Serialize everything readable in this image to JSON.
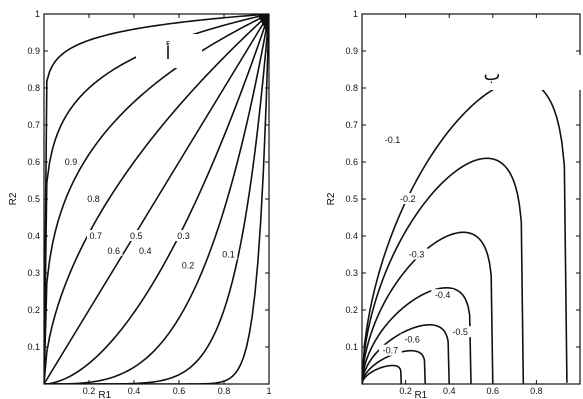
{
  "chart_data": [
    {
      "type": "contour",
      "panel_label": "أ",
      "xlabel": "R1",
      "ylabel": "R2",
      "xlim": [
        0,
        1
      ],
      "ylim": [
        0,
        1
      ],
      "x_ticks": [
        "0.2",
        "0.4",
        "0.6",
        "0.8",
        "1"
      ],
      "y_ticks": [
        "0.1",
        "0.2",
        "0.3",
        "0.4",
        "0.5",
        "0.6",
        "0.7",
        "0.8",
        "0.9",
        "1"
      ],
      "levels": [
        {
          "label": "0.9",
          "value": 0.9,
          "label_at": [
            0.12,
            0.6
          ]
        },
        {
          "label": "0.8",
          "value": 0.8,
          "label_at": [
            0.22,
            0.5
          ]
        },
        {
          "label": "0.7",
          "value": 0.7,
          "label_at": [
            0.23,
            0.4
          ]
        },
        {
          "label": "0.6",
          "value": 0.6,
          "label_at": [
            0.31,
            0.36
          ]
        },
        {
          "label": "0.5",
          "value": 0.5,
          "label_at": [
            0.41,
            0.4
          ]
        },
        {
          "label": "0.4",
          "value": 0.4,
          "label_at": [
            0.45,
            0.36
          ]
        },
        {
          "label": "0.3",
          "value": 0.3,
          "label_at": [
            0.62,
            0.4
          ]
        },
        {
          "label": "0.2",
          "value": 0.2,
          "label_at": [
            0.64,
            0.32
          ]
        },
        {
          "label": "0.1",
          "value": 0.1,
          "label_at": [
            0.82,
            0.35
          ]
        }
      ]
    },
    {
      "type": "contour",
      "panel_label": "ب",
      "xlabel": "R1",
      "ylabel": "R2",
      "xlim": [
        0,
        1
      ],
      "ylim": [
        0,
        1
      ],
      "x_ticks": [
        "0.2",
        "0.4",
        "0.6",
        "0.8"
      ],
      "y_ticks": [
        "0.1",
        "0.2",
        "0.3",
        "0.4",
        "0.5",
        "0.6",
        "0.7",
        "0.8",
        "0.9",
        "1"
      ],
      "levels": [
        {
          "label": "-0.1",
          "value": -0.1,
          "width": 0.94,
          "height": 0.82,
          "label_at": [
            0.14,
            0.66
          ]
        },
        {
          "label": "-0.2",
          "value": -0.2,
          "width": 0.74,
          "height": 0.61,
          "label_at": [
            0.21,
            0.5
          ]
        },
        {
          "label": "-0.3",
          "value": -0.3,
          "width": 0.6,
          "height": 0.41,
          "label_at": [
            0.25,
            0.35
          ]
        },
        {
          "label": "-0.4",
          "value": -0.4,
          "width": 0.5,
          "height": 0.26,
          "label_at": [
            0.37,
            0.24
          ]
        },
        {
          "label": "-0.5",
          "value": -0.5,
          "width": 0.4,
          "height": 0.16,
          "label_at": [
            0.45,
            0.14
          ]
        },
        {
          "label": "-0.6",
          "value": -0.6,
          "width": 0.29,
          "height": 0.09,
          "label_at": [
            0.23,
            0.12
          ]
        },
        {
          "label": "-0.7",
          "value": -0.7,
          "width": 0.18,
          "height": 0.05,
          "label_at": [
            0.13,
            0.09
          ]
        }
      ]
    }
  ]
}
